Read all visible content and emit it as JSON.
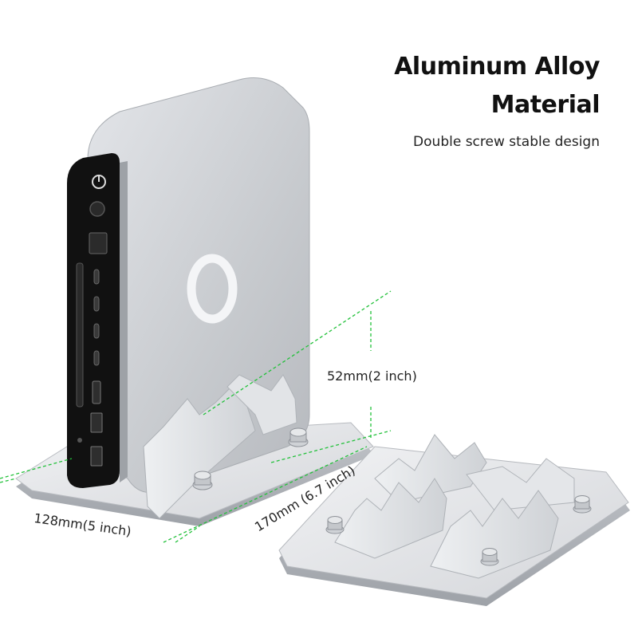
{
  "headline": {
    "line1": "Aluminum Alloy",
    "line2": "Material",
    "subtitle": "Double screw stable design"
  },
  "dimensions": {
    "height": "52mm(2 inch)",
    "width": "128mm(5 inch)",
    "depth": "170mm (6.7 inch)"
  },
  "colors": {
    "background": "#ffffff",
    "aluminum": "#c9ccd1",
    "port_panel": "#111111",
    "guide_line": "#22c13a"
  }
}
